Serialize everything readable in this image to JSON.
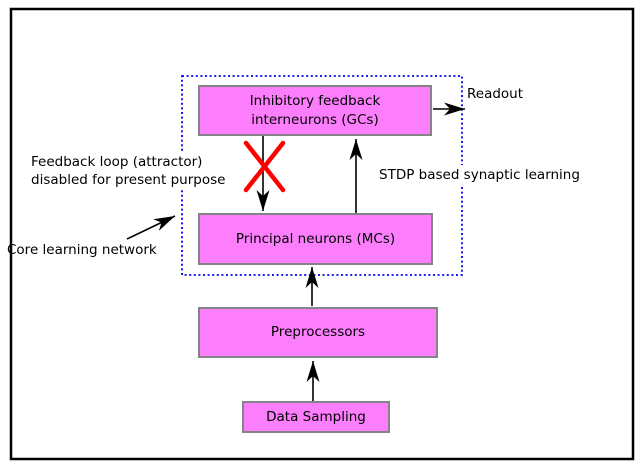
{
  "figure": {
    "boxes": {
      "inhibitory": {
        "line1": "Inhibitory feedback",
        "line2": "interneurons (GCs)"
      },
      "principal": {
        "label": "Principal neurons (MCs)"
      },
      "preprocessors": {
        "label": "Preprocessors"
      },
      "data_sampling": {
        "label": "Data Sampling"
      }
    },
    "annotations": {
      "readout": "Readout",
      "feedback_note_line1": "Feedback loop (attractor)",
      "feedback_note_line2": "disabled for present purpose",
      "stdp_note": "STDP based synaptic learning",
      "core_note": "Core learning network"
    },
    "colors": {
      "box_fill": "#FC7EFC",
      "box_border": "#848484",
      "dotted_outline": "#0000EE",
      "cross": "#FF0000",
      "arrow": "#000000",
      "outer_border": "#000000"
    }
  }
}
